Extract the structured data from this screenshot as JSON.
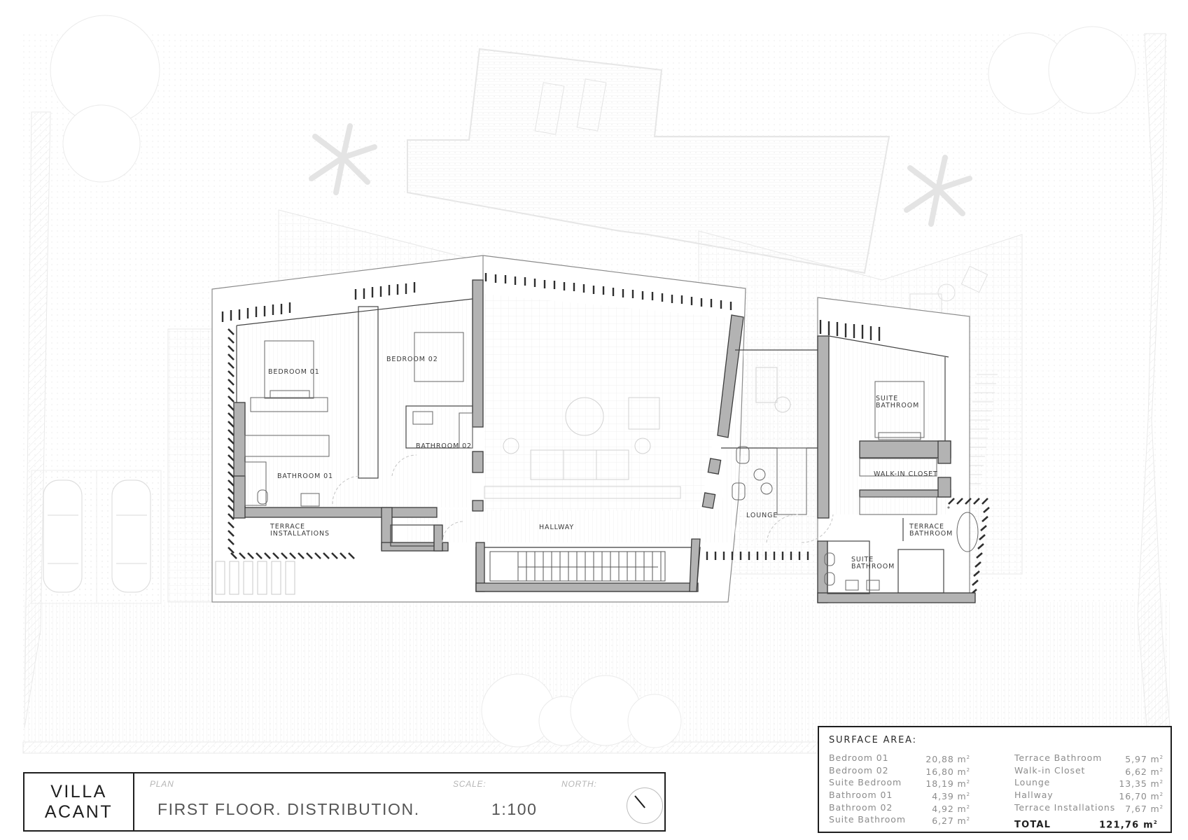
{
  "project": {
    "name_line1": "VILLA",
    "name_line2": "ACANT"
  },
  "title_block": {
    "plan_caption": "PLAN",
    "plan_value": "FIRST FLOOR. DISTRIBUTION.",
    "scale_caption": "SCALE:",
    "scale_value": "1:100",
    "north_caption": "NORTH:",
    "north_icon": "north-arrow-icon"
  },
  "rooms": {
    "bedroom_01": "BEDROOM 01",
    "bedroom_02": "BEDROOM 02",
    "bathroom_01": "BATHROOM 01",
    "bathroom_02": "BATHROOM 02",
    "terrace_installations_l1": "TERRACE",
    "terrace_installations_l2": "INSTALLATIONS",
    "hallway": "HALLWAY",
    "lounge": "LOUNGE",
    "suite_label_l1": "SUITE",
    "suite_label_l2": "BATHROOM",
    "walk_in_closet": "WALK-IN CLOSET",
    "terrace_bathroom_l1": "TERRACE",
    "terrace_bathroom_l2": "BATHROOM",
    "suite_bathroom_l1": "SUITE",
    "suite_bathroom_l2": "BATHROOM"
  },
  "surface_area": {
    "title": "SURFACE AREA:",
    "unit": "m²",
    "left_column": [
      {
        "room": "Bedroom 01",
        "area": "20,88"
      },
      {
        "room": "Bedroom 02",
        "area": "16,80"
      },
      {
        "room": "Suite Bedroom",
        "area": "18,19"
      },
      {
        "room": "Bathroom 01",
        "area": "4,39"
      },
      {
        "room": "Bathroom 02",
        "area": "4,92"
      },
      {
        "room": "Suite Bathroom",
        "area": "6,27"
      }
    ],
    "right_column": [
      {
        "room": "Terrace Bathroom",
        "area": "5,97"
      },
      {
        "room": "Walk-in Closet",
        "area": "6,62"
      },
      {
        "room": "Lounge",
        "area": "13,35"
      },
      {
        "room": "Hallway",
        "area": "16,70"
      },
      {
        "room": "Terrace Installations",
        "area": "7,67"
      }
    ],
    "total_label": "TOTAL",
    "total_value": "121,76"
  },
  "colors": {
    "wall_fill": "#b3b3b3",
    "wall_stroke": "#3c3c3c",
    "background_lines": "#e6e6e6",
    "frame": "#1f1f1f",
    "muted_text": "#8c8c8c"
  }
}
